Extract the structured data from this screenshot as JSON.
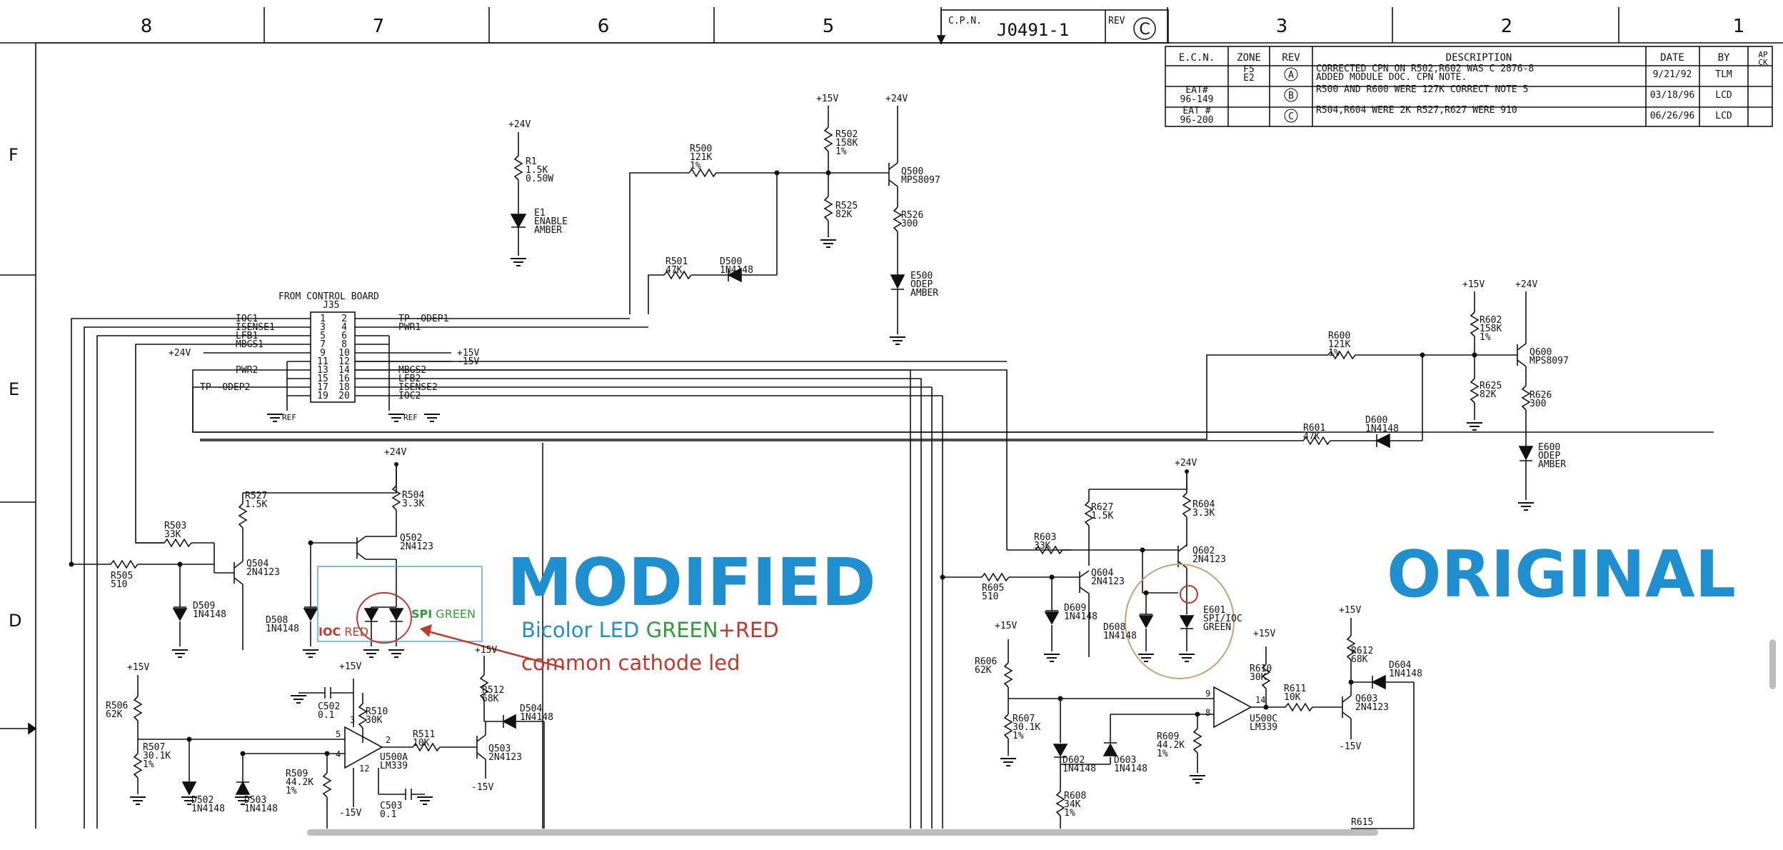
{
  "zones_top": [
    "8",
    "7",
    "6",
    "5",
    "3",
    "2",
    "1"
  ],
  "zones_left": [
    "F",
    "E",
    "D"
  ],
  "cpn": {
    "label": "C.P.N.",
    "number": "J0491-1",
    "rev_label": "REV",
    "rev": "C"
  },
  "rev_table": {
    "headers": [
      "E.C.N.",
      "ZONE",
      "REV",
      "DESCRIPTION",
      "DATE",
      "BY",
      "AP",
      "CK"
    ],
    "rows": [
      {
        "ecn": "",
        "zone": "F5\nE2",
        "rev": "A",
        "desc": "CORRECTED CPN ON R502,R602 WAS C 2876-8\nADDED MODULE DOC. CPN NOTE.",
        "date": "9/21/92",
        "by": "TLM"
      },
      {
        "ecn": "EAT#\n96-149",
        "zone": "",
        "rev": "B",
        "desc": "R500 AND R600 WERE 127K    CORRECT NOTE 5",
        "date": "03/18/96",
        "by": "LCD"
      },
      {
        "ecn": "EAT #\n96-200",
        "zone": "",
        "rev": "C",
        "desc": "R504,R604 WERE 2K   R527,R627 WERE 910",
        "date": "06/26/96",
        "by": "LCD"
      }
    ]
  },
  "annotations": {
    "modified": "MODIFIED",
    "original": "ORIGINAL",
    "bicolor_prefix": "Bicolor LED ",
    "bicolor_green": "GREEN",
    "bicolor_plus": "+",
    "bicolor_red": "RED",
    "common_cathode": "common cathode led",
    "ioc_label": "IOC",
    "red_label": "RED",
    "spi_label": "SPI",
    "green_label": "GREEN"
  },
  "connector": {
    "title": "FROM CONTROL BOARD",
    "ref": "J35",
    "left_pins": [
      "1",
      "3",
      "5",
      "7",
      "9",
      "11",
      "13",
      "15",
      "17",
      "19"
    ],
    "right_pins": [
      "2",
      "4",
      "6",
      "8",
      "10",
      "12",
      "14",
      "16",
      "18",
      "20"
    ],
    "left_signals": [
      "IOC1",
      "ISENSE1",
      "LFB1",
      "MBGS1",
      "+24V",
      "",
      "PWR2",
      "",
      "TP -ODEP2",
      ""
    ],
    "right_signals": [
      "TP -ODEP1",
      "PWR1",
      "",
      "",
      "+15V",
      "-15V",
      "MBGS2",
      "LFB2",
      "ISENSE2",
      "IOC2"
    ],
    "ref_labels": [
      "REF",
      "REF"
    ]
  },
  "components": [
    {
      "id": "r1",
      "lines": [
        "R1",
        "1.5K",
        "0.50W"
      ]
    },
    {
      "id": "e1",
      "lines": [
        "E1",
        "ENABLE",
        "AMBER"
      ]
    },
    {
      "id": "r500",
      "lines": [
        "R500",
        "121K",
        "1%"
      ]
    },
    {
      "id": "r501",
      "lines": [
        "R501",
        "47K"
      ]
    },
    {
      "id": "d500",
      "lines": [
        "D500",
        "1N4148"
      ]
    },
    {
      "id": "r502",
      "lines": [
        "R502",
        "158K",
        "1%"
      ]
    },
    {
      "id": "r525",
      "lines": [
        "R525",
        "82K"
      ]
    },
    {
      "id": "q500",
      "lines": [
        "Q500",
        "MPS8097"
      ]
    },
    {
      "id": "r526",
      "lines": [
        "R526",
        "300"
      ]
    },
    {
      "id": "e500",
      "lines": [
        "E500",
        "ODEP",
        "AMBER"
      ]
    },
    {
      "id": "r527",
      "lines": [
        "R527",
        "1.5K"
      ]
    },
    {
      "id": "r504",
      "lines": [
        "R504",
        "3.3K"
      ]
    },
    {
      "id": "q502",
      "lines": [
        "Q502",
        "2N4123"
      ]
    },
    {
      "id": "r503",
      "lines": [
        "R503",
        "33K"
      ]
    },
    {
      "id": "q504",
      "lines": [
        "Q504",
        "2N4123"
      ]
    },
    {
      "id": "r505",
      "lines": [
        "R505",
        "510"
      ]
    },
    {
      "id": "d509",
      "lines": [
        "D509",
        "1N4148"
      ]
    },
    {
      "id": "d508",
      "lines": [
        "D508",
        "1N4148"
      ]
    },
    {
      "id": "r506",
      "lines": [
        "R506",
        "62K"
      ]
    },
    {
      "id": "r507",
      "lines": [
        "R507",
        "30.1K",
        "1%"
      ]
    },
    {
      "id": "d502",
      "lines": [
        "D502",
        "1N4148"
      ]
    },
    {
      "id": "d503",
      "lines": [
        "D503",
        "1N4148"
      ]
    },
    {
      "id": "r509",
      "lines": [
        "R509",
        "44.2K",
        "1%"
      ]
    },
    {
      "id": "c502",
      "lines": [
        "C502",
        "0.1"
      ]
    },
    {
      "id": "r510",
      "lines": [
        "R510",
        "30K"
      ]
    },
    {
      "id": "u500a",
      "lines": [
        "U500A",
        "LM339"
      ]
    },
    {
      "id": "c503",
      "lines": [
        "C503",
        "0.1"
      ]
    },
    {
      "id": "r511",
      "lines": [
        "R511",
        "10K"
      ]
    },
    {
      "id": "r512",
      "lines": [
        "R512",
        "68K"
      ]
    },
    {
      "id": "q503",
      "lines": [
        "Q503",
        "2N4123"
      ]
    },
    {
      "id": "d504",
      "lines": [
        "D504",
        "1N4148"
      ]
    },
    {
      "id": "r600",
      "lines": [
        "R600",
        "121K",
        "1%"
      ]
    },
    {
      "id": "r602",
      "lines": [
        "R602",
        "158K",
        "1%"
      ]
    },
    {
      "id": "r625",
      "lines": [
        "R625",
        "82K"
      ]
    },
    {
      "id": "q600",
      "lines": [
        "Q600",
        "MPS8097"
      ]
    },
    {
      "id": "r626",
      "lines": [
        "R626",
        "300"
      ]
    },
    {
      "id": "e600",
      "lines": [
        "E600",
        "ODEP",
        "AMBER"
      ]
    },
    {
      "id": "r601",
      "lines": [
        "R601",
        "47K"
      ]
    },
    {
      "id": "d600",
      "lines": [
        "D600",
        "1N4148"
      ]
    },
    {
      "id": "r627",
      "lines": [
        "R627",
        "1.5K"
      ]
    },
    {
      "id": "r604",
      "lines": [
        "R604",
        "3.3K"
      ]
    },
    {
      "id": "q602",
      "lines": [
        "Q602",
        "2N4123"
      ]
    },
    {
      "id": "r603",
      "lines": [
        "R603",
        "33K"
      ]
    },
    {
      "id": "q604",
      "lines": [
        "Q604",
        "2N4123"
      ]
    },
    {
      "id": "r605",
      "lines": [
        "R605",
        "510"
      ]
    },
    {
      "id": "d609",
      "lines": [
        "D609",
        "1N4148"
      ]
    },
    {
      "id": "d608",
      "lines": [
        "D608",
        "1N4148"
      ]
    },
    {
      "id": "e601",
      "lines": [
        "E601",
        "SPI/IOC",
        "GREEN"
      ]
    },
    {
      "id": "r606",
      "lines": [
        "R606",
        "62K"
      ]
    },
    {
      "id": "r607",
      "lines": [
        "R607",
        "30.1K",
        "1%"
      ]
    },
    {
      "id": "d602",
      "lines": [
        "D602",
        "1N4148"
      ]
    },
    {
      "id": "d603",
      "lines": [
        "D603",
        "1N4148"
      ]
    },
    {
      "id": "r609",
      "lines": [
        "R609",
        "44.2K",
        "1%"
      ]
    },
    {
      "id": "r608",
      "lines": [
        "R608",
        "34K",
        "1%"
      ]
    },
    {
      "id": "r610",
      "lines": [
        "R610",
        "30K"
      ]
    },
    {
      "id": "u500c",
      "lines": [
        "U500C",
        "LM339"
      ]
    },
    {
      "id": "r611",
      "lines": [
        "R611",
        "10K"
      ]
    },
    {
      "id": "r612",
      "lines": [
        "R612",
        "68K"
      ]
    },
    {
      "id": "q603",
      "lines": [
        "Q603",
        "2N4123"
      ]
    },
    {
      "id": "d604",
      "lines": [
        "D604",
        "1N4148"
      ]
    },
    {
      "id": "r615",
      "lines": [
        "R615"
      ]
    }
  ],
  "rails": {
    "p24": "+24V",
    "p15": "+15V",
    "m15": "-15V"
  },
  "pins": {
    "u500a": [
      "5",
      "4",
      "3",
      "2",
      "12"
    ],
    "u500c": [
      "9",
      "8",
      "14"
    ]
  },
  "colors": {
    "blue": "#1f8fcf",
    "green": "#2e9d3a",
    "red": "#c0392b",
    "line": "#111111",
    "circle_red": "#c0392b",
    "circle_tan": "#c8a070",
    "box": "#5aa9d6"
  }
}
